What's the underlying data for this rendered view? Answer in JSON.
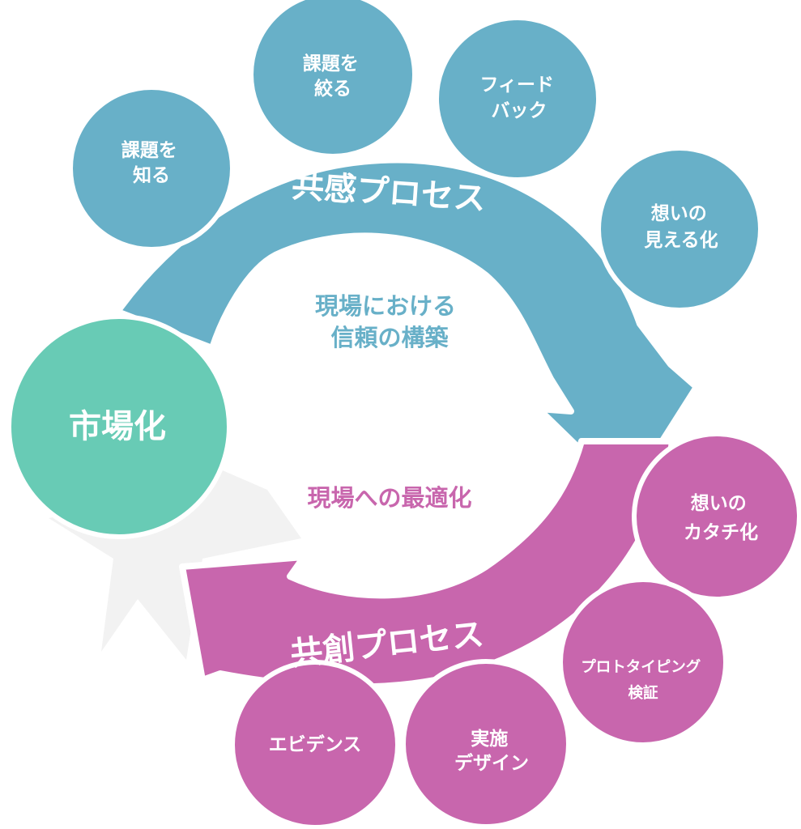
{
  "colors": {
    "blue": "#68b0c8",
    "magenta": "#c866ad",
    "green": "#68cbb5",
    "star": "#f2f2f2",
    "white": "#ffffff"
  },
  "market": {
    "label": "市場化"
  },
  "empathy_process": {
    "label": "共感プロセス",
    "nodes": [
      {
        "lines": [
          "課題を",
          "知る"
        ]
      },
      {
        "lines": [
          "課題を",
          "絞る"
        ]
      },
      {
        "lines": [
          "フィード",
          "バック"
        ]
      },
      {
        "lines": [
          "想いの",
          "見える化"
        ]
      }
    ]
  },
  "cocreation_process": {
    "label": "共創プロセス",
    "nodes": [
      {
        "lines": [
          "想いの",
          "カタチ化"
        ]
      },
      {
        "lines": [
          "プロトタイピング",
          "検証"
        ]
      },
      {
        "lines": [
          "実施",
          "デザイン"
        ]
      },
      {
        "lines": [
          "エビデンス"
        ]
      }
    ]
  },
  "center": {
    "top_lines": [
      "現場における",
      "信頼の構築"
    ],
    "bottom_line": "現場への最適化"
  }
}
